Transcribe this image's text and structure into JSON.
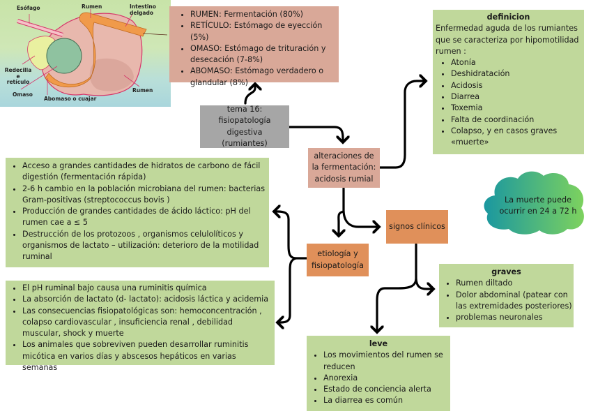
{
  "illustration": {
    "labels": {
      "esofago": "Esófago",
      "rumen_top": "Rumen",
      "intestino": "Intestino delgado",
      "redecilla": "Redecilla e retículo",
      "omaso": "Omaso",
      "abomaso": "Abomaso o cuajar",
      "rumen_bottom": "Rumen"
    }
  },
  "stomach_parts": {
    "items": [
      "RUMEN: Fermentación (80%)",
      "RETÍCULO: Estómago de eyección (5%)",
      "OMASO: Estómago de trituración y desecación (7-8%)",
      "ABOMASO: Estómago verdadero o glandular (8%)"
    ]
  },
  "topic": {
    "label": "tema 16: fisiopatología digestiva (rumiantes)"
  },
  "alteraciones": {
    "label": "alteraciones de la fermentación: acidosis rumial"
  },
  "definicion": {
    "title": "definicion",
    "text": "Enfermedad aguda de los rumiantes que se caracteriza por hipomotilidad rumen :",
    "items": [
      "Atonía",
      "Deshidratación",
      "Acidosis",
      "Diarrea",
      "Toxemia",
      "Falta de coordinación",
      "Colapso, y en casos graves «muerte»"
    ]
  },
  "cloud": {
    "text": "La muerte puede ocurrir en 24 a 72 h"
  },
  "etiologia_causes": {
    "items": [
      "Acceso a grandes cantidades de hidratos de carbono de fácil digestión (fermentación rápida)",
      "2-6 h cambio en la población microbiana del rumen: bacterias Gram-positivas (streptococcus bovis )",
      "Producción de grandes cantidades de ácido láctico: pH del rumen cae a ≤ 5",
      "Destrucción de los protozoos , organismos celulolíticos y organismos de lactato – utilización: deterioro de la motilidad ruminal"
    ]
  },
  "signos": {
    "label": "signos clínicos"
  },
  "etiologia": {
    "label": "etiología y fisiopatología"
  },
  "consequences": {
    "items": [
      "El pH ruminal bajo causa una ruminitis química",
      "La absorción de lactato (d- lactato): acidosis láctica y acidemia",
      "Las consecuencias fisiopatológicas son: hemoconcentración , colapso cardiovascular , insuficiencia renal , debilidad muscular, shock y muerte",
      "Los animales que sobreviven pueden desarrollar ruminitis micótica en varios días y abscesos hepáticos en varias semanas"
    ]
  },
  "graves": {
    "title": "graves",
    "items": [
      "Rumen diltado",
      "Dolor abdominal (patear con las extremidades posteriores)",
      "problemas neuronales"
    ]
  },
  "leve": {
    "title": "leve",
    "items": [
      "Los movimientos del rumen se reducen",
      "Anorexia",
      "Estado de conciencia alerta",
      "La diarrea es común"
    ]
  },
  "colors": {
    "green": "#c0d89b",
    "rose": "#d9a898",
    "orange": "#e0905a",
    "grey": "#a6a6a6",
    "cloud_from": "#1a97a0",
    "cloud_to": "#7dd25e"
  }
}
